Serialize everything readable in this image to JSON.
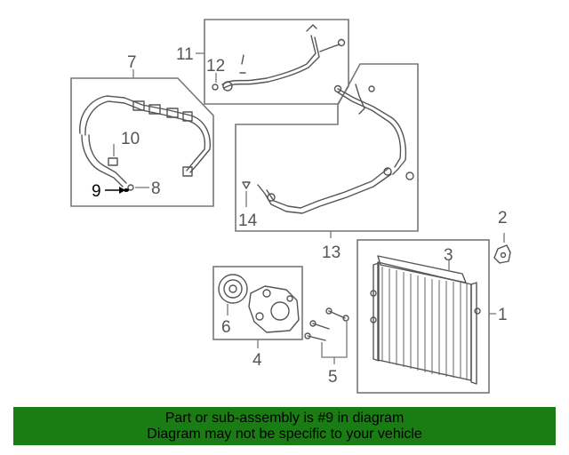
{
  "callouts": {
    "c1": "1",
    "c2": "2",
    "c3": "3",
    "c4": "4",
    "c5": "5",
    "c6": "6",
    "c7": "7",
    "c8": "8",
    "c9": "9",
    "c10": "10",
    "c11": "11",
    "c12": "12",
    "c13": "13",
    "c14": "14"
  },
  "highlighted_part": "9",
  "banner": {
    "line1": "Part or sub-assembly is #9 in diagram",
    "line2": "Diagram may not be specific to your vehicle",
    "background": "#1a7d13"
  }
}
